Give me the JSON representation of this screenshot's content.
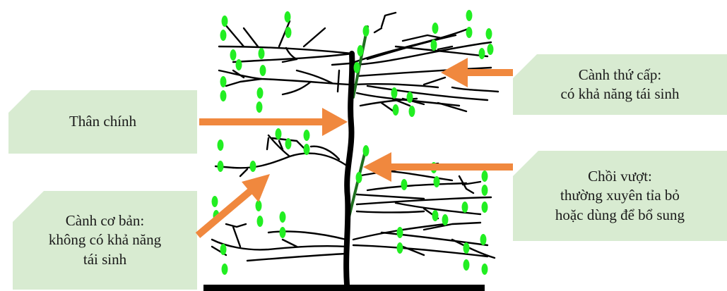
{
  "labels": {
    "main_trunk": "Thân chính",
    "secondary_branch": {
      "line1": "Cành thứ cấp:",
      "line2": "có khả năng tái sinh"
    },
    "water_sprout": {
      "line1": "Chồi vượt:",
      "line2": "thường xuyên tỉa bỏ",
      "line3": "hoặc dùng để bổ sung"
    },
    "basic_branch": {
      "line1": "Cành cơ bản:",
      "line2": "không có khả năng",
      "line3": "tái sinh"
    }
  },
  "colors": {
    "callout_fill": "#d8ebd1",
    "arrow": "#f0883e",
    "branch": "#000000",
    "sprout": "#1f6f1f",
    "leaf": "#22ee22"
  }
}
